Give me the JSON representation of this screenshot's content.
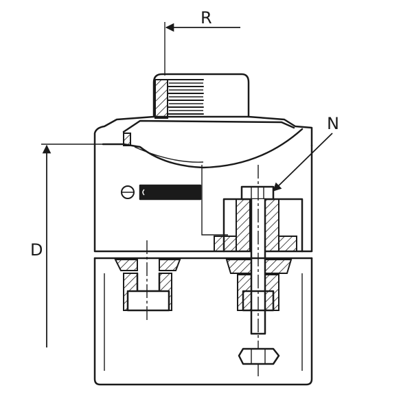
{
  "labels": {
    "r": "R",
    "d": "D",
    "n": "N"
  },
  "colors": {
    "stroke": "#1a1a1a",
    "background": "#ffffff"
  }
}
